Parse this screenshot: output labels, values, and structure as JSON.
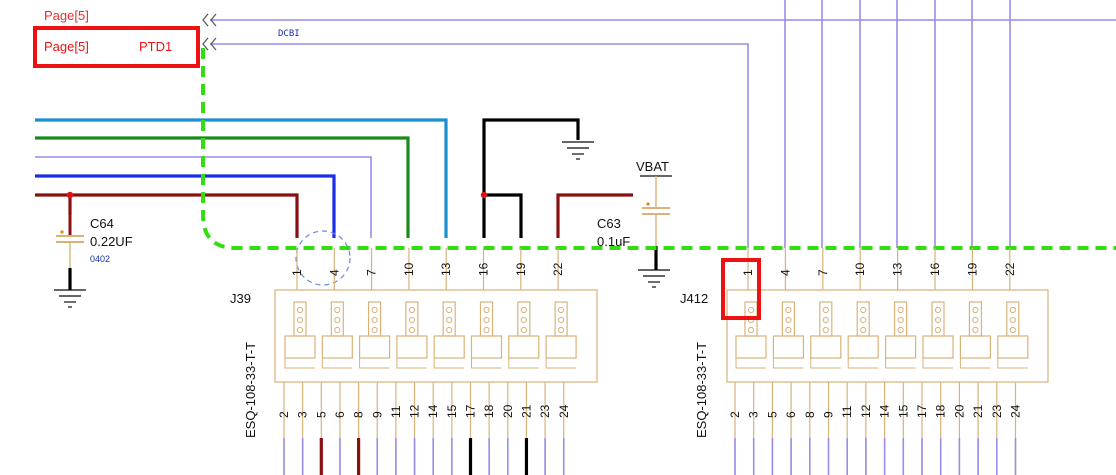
{
  "offpage": {
    "page_label": "Page[5]",
    "net_label": "PTD1",
    "bus_label": "DCBI"
  },
  "power": {
    "vbat_label": "VBAT"
  },
  "components": {
    "c64": {
      "ref": "C64",
      "value": "0.22UF",
      "package": "0402"
    },
    "c63": {
      "ref": "C63",
      "value": "0.1uF"
    }
  },
  "connectors": [
    {
      "ref": "J39",
      "part": "ESQ-108-33-T-T",
      "top_pins": [
        "1",
        "4",
        "7",
        "10",
        "13",
        "16",
        "19",
        "22"
      ],
      "bottom_pins": [
        "2",
        "3",
        "5",
        "6",
        "8",
        "9",
        "11",
        "12",
        "14",
        "15",
        "17",
        "18",
        "20",
        "21",
        "23",
        "24"
      ]
    },
    {
      "ref": "J412",
      "part": "ESQ-108-33-T-T",
      "top_pins": [
        "1",
        "4",
        "7",
        "10",
        "13",
        "16",
        "19",
        "22"
      ],
      "bottom_pins": [
        "2",
        "3",
        "5",
        "6",
        "8",
        "9",
        "11",
        "12",
        "14",
        "15",
        "17",
        "18",
        "20",
        "21",
        "23",
        "24"
      ]
    }
  ],
  "colors": {
    "highlight": "#ee1111",
    "net_green_dashed": "#33dd11",
    "wire_lavender": "#9a8ce8",
    "wire_lightblue": "#1a8fd0",
    "wire_green": "#1a8a1a",
    "wire_blue": "#1a2ee8",
    "wire_darkred": "#8a1010",
    "wire_black": "#000000",
    "component_tan": "#d9b27a",
    "text_red": "#ee1111",
    "text_blue": "#1a2ea8"
  },
  "highlights": [
    "offpage-label-box",
    "j412-pin-1-box"
  ]
}
